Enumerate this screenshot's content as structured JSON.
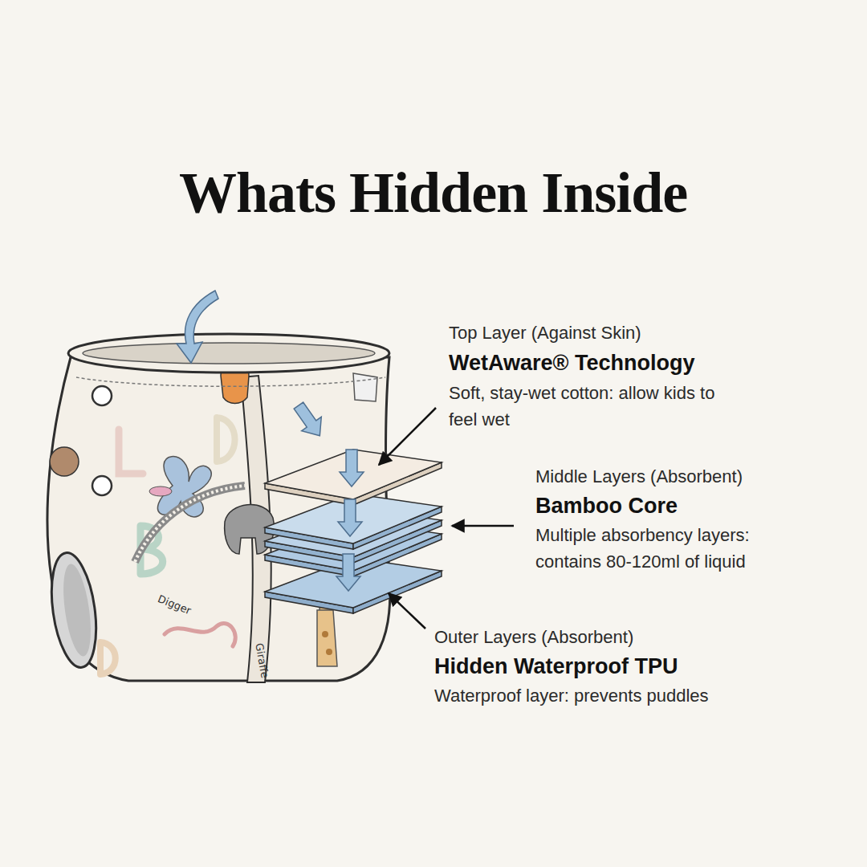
{
  "diagram": {
    "title": "Whats Hidden Inside",
    "labels": [
      "Top Layer (Against Skin)",
      "WetAware® Technology",
      "Soft, stay-wet cotton: allow kids to feel wet",
      "Middle Layers (Absorbent)",
      "Bamboo Core",
      "Multiple absorbency layers: contains 80-120ml of liquid",
      "Outer Layers (Absorbent)",
      "Hidden Waterproof TPU",
      "Waterproof layer: prevents puddles",
      "Digger",
      "Giraffe"
    ]
  }
}
